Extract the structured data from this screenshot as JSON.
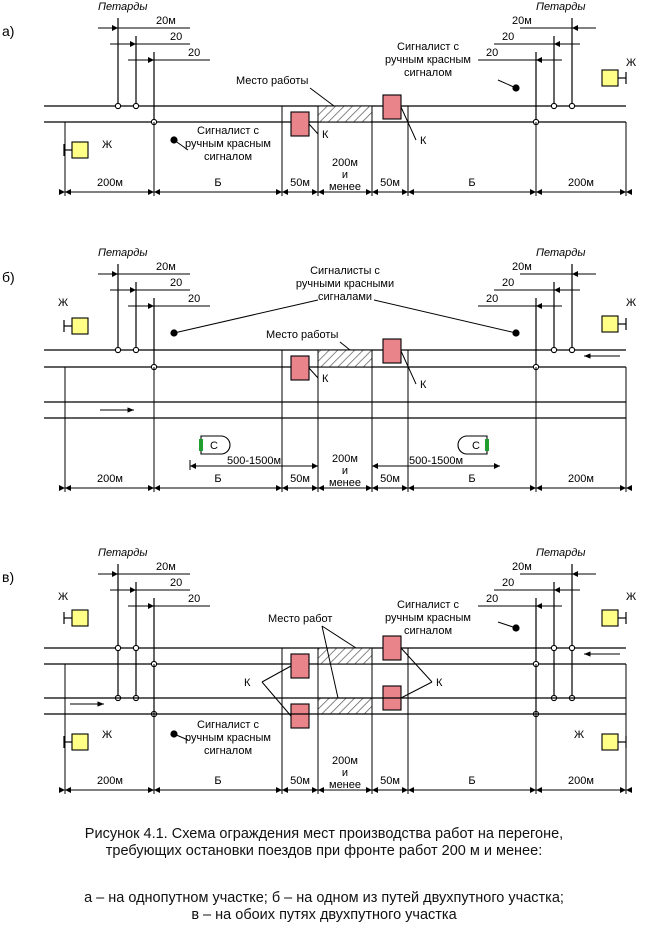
{
  "panels": {
    "a": {
      "label": "а)"
    },
    "b": {
      "label": "б)"
    },
    "c": {
      "label": "в)"
    }
  },
  "labels": {
    "petardy": "Петарды",
    "d20m": "20м",
    "d20": "20",
    "zh": "Ж",
    "k": "К",
    "s": "С",
    "place_work": "Место работы",
    "place_works": "Место работ",
    "signalman_1": "Сигналист с",
    "signalman_2": "ручным красным",
    "signalman_3": "сигналом",
    "signalmen_1": "Сигналисты с",
    "signalmen_2": "ручными красными",
    "signalmen_3": "сигналами",
    "dim_200": "200м",
    "dim_b": "Б",
    "dim_50": "50м",
    "dim_mid_1": "200м",
    "dim_mid_2": "и",
    "dim_mid_3": "менее",
    "dim_loco": "500-1500м"
  },
  "caption": {
    "line1": "Рисунок 4.1. Схема ограждения мест производства работ на перегоне,",
    "line2": "требующих остановки поездов при фронте работ 200 м и менее:",
    "line3": "а – на однопутном участке; б – на одном из путей двухпутного участка;",
    "line4": "в – на обоих путях двухпутного участка"
  },
  "colors": {
    "signal_yellow": "#ffff88",
    "stop_red": "#e8848a",
    "loco_green": "#1f9e2f"
  }
}
